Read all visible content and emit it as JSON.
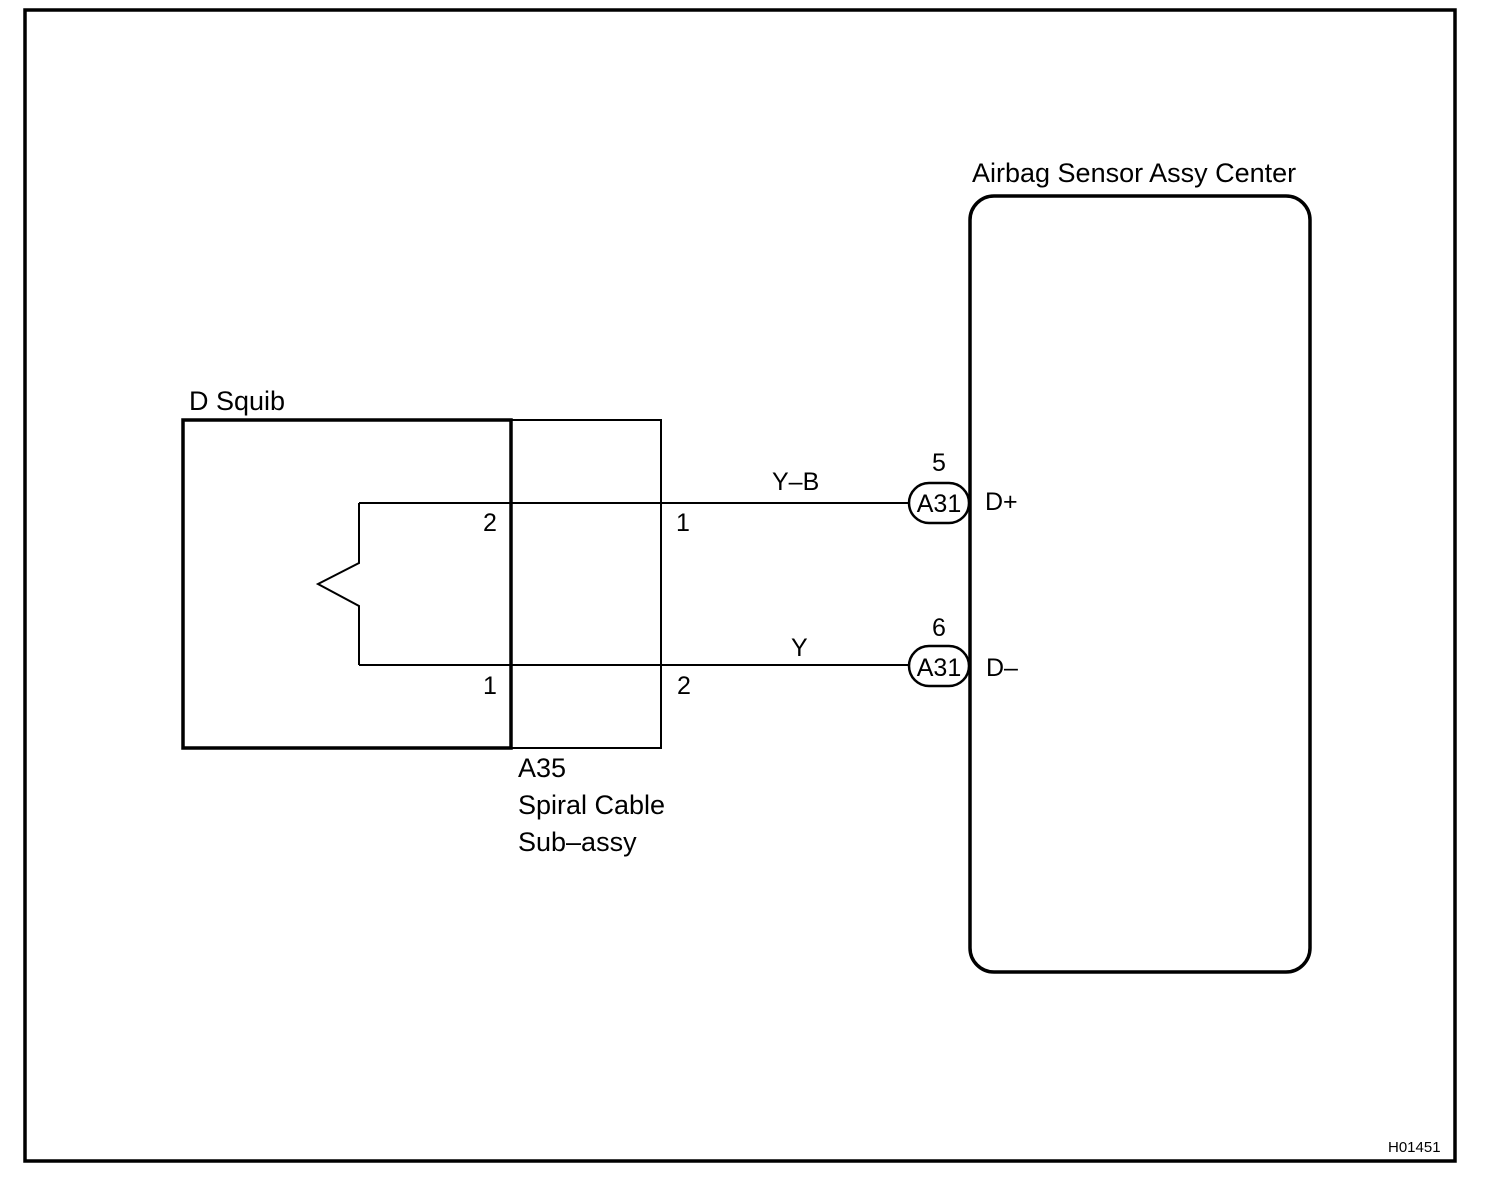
{
  "figure_id": "H01451",
  "components": {
    "airbag_sensor": {
      "label": "Airbag Sensor Assy Center"
    },
    "squib": {
      "label": "D Squib"
    },
    "spiral_cable": {
      "code": "A35",
      "name_line1": "Spiral Cable",
      "name_line2": "Sub–assy"
    }
  },
  "wires": [
    {
      "color": "Y–B",
      "squib_pin": "2",
      "spiral_pin": "1",
      "connector": "A31",
      "connector_pin": "5",
      "terminal": "D+"
    },
    {
      "color": "Y",
      "squib_pin": "1",
      "spiral_pin": "2",
      "connector": "A31",
      "connector_pin": "6",
      "terminal": "D–"
    }
  ]
}
